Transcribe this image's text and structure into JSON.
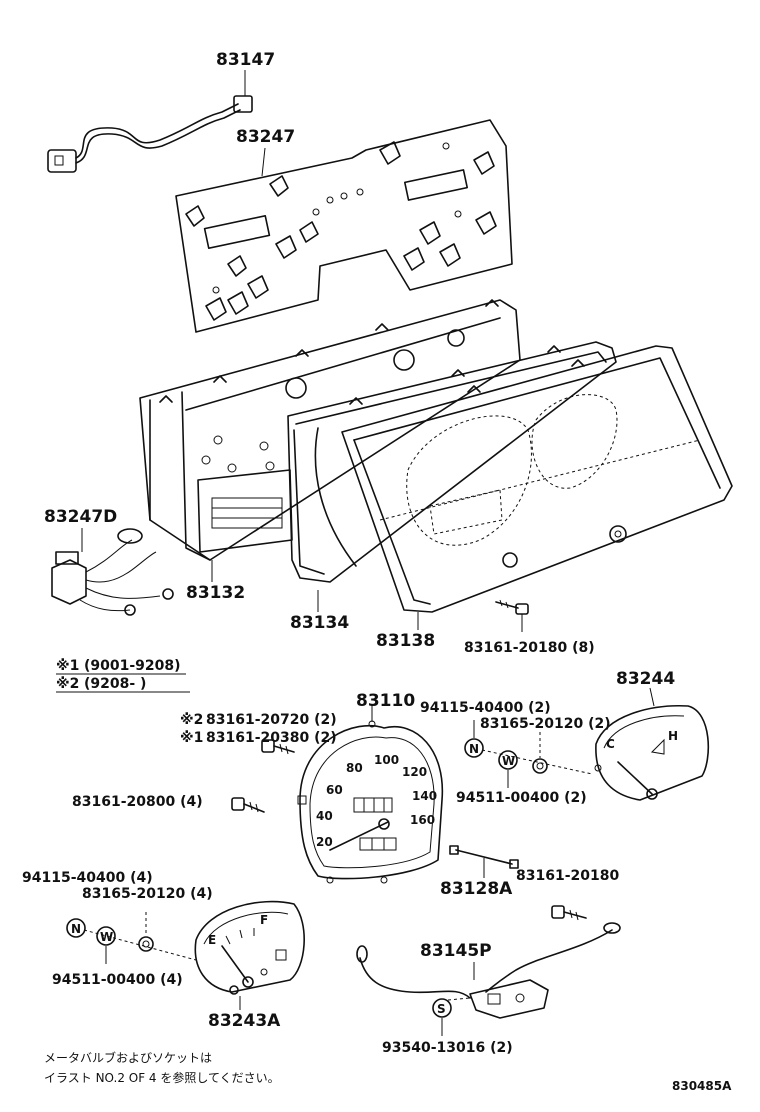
{
  "diagram": {
    "labels": {
      "p83147": "83147",
      "p83247": "83247",
      "p83247d": "83247D",
      "p83132": "83132",
      "p83134": "83134",
      "p83138": "83138",
      "p83161_20180_8": "83161-20180 (8)",
      "p83244": "83244",
      "p83110": "83110",
      "p94115_40400_2": "94115-40400 (2)",
      "p83165_20120_2": "83165-20120 (2)",
      "p94511_00400_2": "94511-00400 (2)",
      "p83161_20720_2": "83161-20720 (2)",
      "p83161_20380_2": "83161-20380 (2)",
      "p83161_20800_4": "83161-20800 (4)",
      "p83128a": "83128A",
      "p83161_20180": "83161-20180",
      "p94115_40400_4": "94115-40400 (4)",
      "p83165_20120_4": "83165-20120 (4)",
      "p94511_00400_4": "94511-00400 (4)",
      "p83243a": "83243A",
      "p83145p": "83145P",
      "p93540_13016_2": "93540-13016 (2)"
    },
    "legend": {
      "note1_mark": "※1",
      "note1_range": "(9001-9208)",
      "note2_mark": "※2",
      "note2_range": "(9208-        )"
    },
    "ref_marks": {
      "mark2": "※2",
      "mark1": "※1"
    },
    "symbols": {
      "nut": "N",
      "washer": "W",
      "screw": "S"
    },
    "speedo_scale": [
      "20",
      "40",
      "60",
      "80",
      "100",
      "120",
      "140",
      "160"
    ],
    "fuel_gauge": {
      "empty": "E",
      "full": "F"
    },
    "temp_gauge": {
      "cold": "C",
      "hot": "H"
    },
    "footnote": {
      "line1": "メータバルブおよびソケットは",
      "line2": "イラスト NO.2 OF 4 を参照してください。"
    },
    "figure_code": "830485A"
  }
}
